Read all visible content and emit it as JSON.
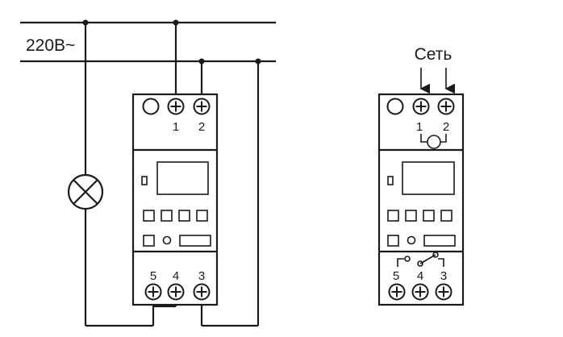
{
  "supply_label": "220В~",
  "network_label": "Сеть",
  "terminals_top": [
    "1",
    "2"
  ],
  "terminals_bottom": [
    "5",
    "4",
    "3"
  ],
  "colors": {
    "line": "#1a1a1a",
    "background": "#ffffff"
  }
}
